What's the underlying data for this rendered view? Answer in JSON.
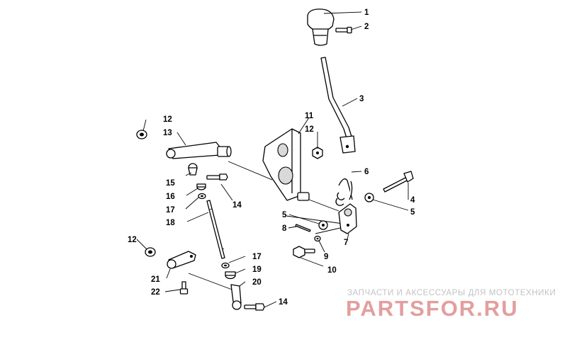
{
  "callouts": {
    "c1": "1",
    "c2": "2",
    "c3": "3",
    "c4": "4",
    "c5a": "5",
    "c5b": "5",
    "c6": "6",
    "c7": "7",
    "c8": "8",
    "c9": "9",
    "c10": "10",
    "c11": "11",
    "c12a": "12",
    "c12b": "12",
    "c12c": "12",
    "c13": "13",
    "c14a": "14",
    "c14b": "14",
    "c15": "15",
    "c16": "16",
    "c17a": "17",
    "c17b": "17",
    "c18": "18",
    "c19": "19",
    "c20": "20",
    "c21": "21",
    "c22": "22"
  },
  "watermark": {
    "subtitle": "ЗАПЧАСТИ И АКСЕССУАРЫ ДЛЯ МОТОТЕХНИКИ",
    "logo": "PARTSFOR.RU"
  }
}
